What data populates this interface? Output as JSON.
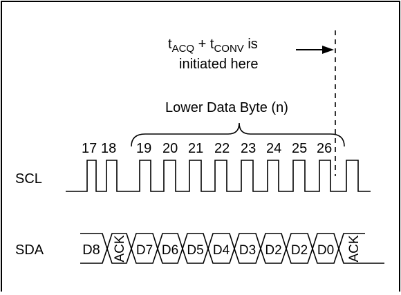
{
  "annotation": {
    "t_acq_base": "t",
    "t_acq_sub": "ACQ",
    "plus": " + ",
    "t_conv_base": "t",
    "t_conv_sub": "CONV",
    "is": " is",
    "line2": "initiated here"
  },
  "brace_label": "Lower Data Byte (n)",
  "clock_numbers": [
    "17",
    "18",
    "19",
    "20",
    "21",
    "22",
    "23",
    "24",
    "25",
    "26"
  ],
  "scl_label": "SCL",
  "sda_label": "SDA",
  "sda_bits": {
    "d8": "D8",
    "ack1": "ACK",
    "bytes": [
      "D7",
      "D6",
      "D5",
      "D4",
      "D3",
      "D2",
      "D2",
      "D0"
    ],
    "ack2": "ACK"
  }
}
